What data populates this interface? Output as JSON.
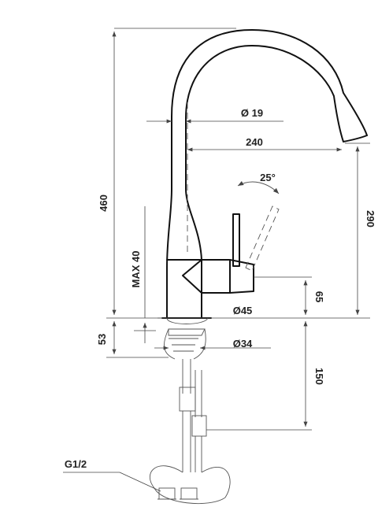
{
  "labels": {
    "height_total": "460",
    "spout_diameter": "Ø 19",
    "reach": "240",
    "lever_angle": "25°",
    "spout_height": "290",
    "max_deck": "MAX 40",
    "lever_height": "65",
    "body_diameter": "Ø45",
    "base_height": "53",
    "shank_diameter": "Ø34",
    "shank_length": "150",
    "thread": "G1/2"
  },
  "colors": {
    "outline": "#111111",
    "dimension": "#444444"
  }
}
